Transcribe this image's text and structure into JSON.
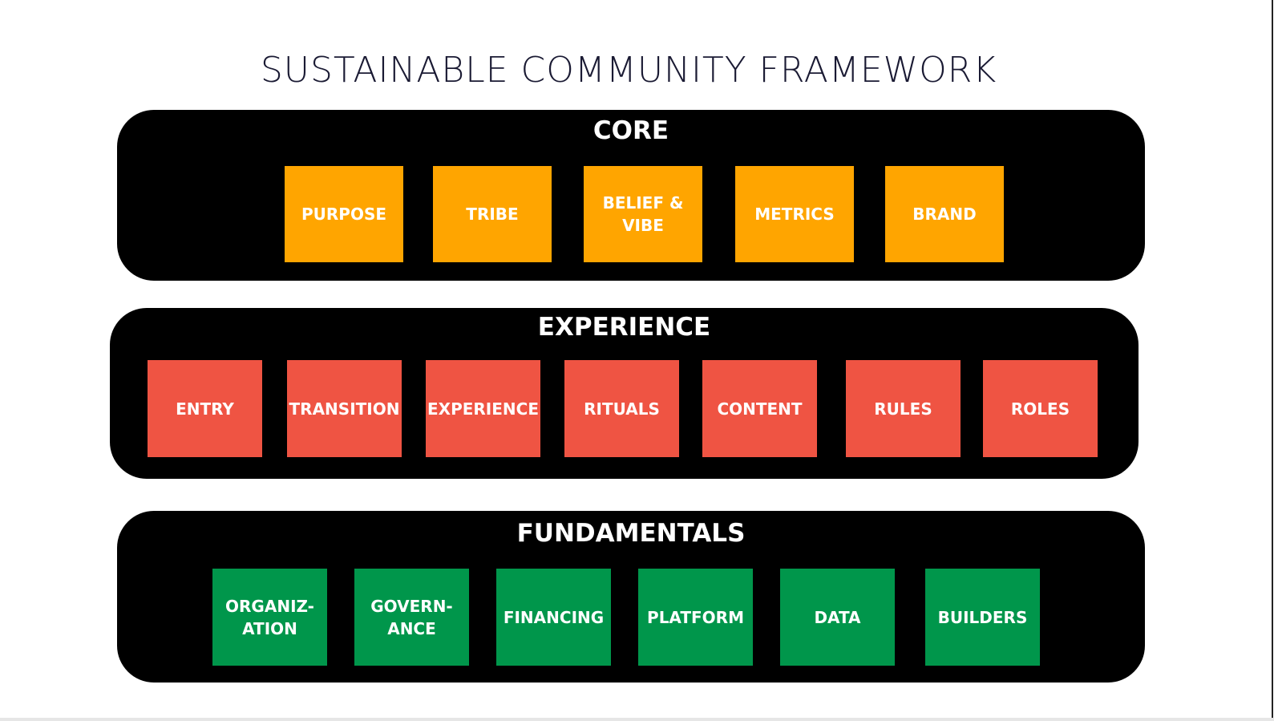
{
  "title": "SUSTAINABLE COMMUNITY FRAMEWORK",
  "colors": {
    "core": "#FFA500",
    "experience": "#EF5443",
    "fundamentals": "#00964B"
  },
  "core": {
    "heading": "CORE",
    "items": [
      "PURPOSE",
      "TRIBE",
      "BELIEF &\nVIBE",
      "METRICS",
      "BRAND"
    ]
  },
  "experience": {
    "heading": "EXPERIENCE",
    "items": [
      "ENTRY",
      "TRANSITION",
      "EXPERIENCE",
      "RITUALS",
      "CONTENT",
      "RULES",
      "ROLES"
    ]
  },
  "fundamentals": {
    "heading": "FUNDAMENTALS",
    "items": [
      "ORGANIZ-\nATION",
      "GOVERN-\nANCE",
      "FINANCING",
      "PLATFORM",
      "DATA",
      "BUILDERS"
    ]
  }
}
